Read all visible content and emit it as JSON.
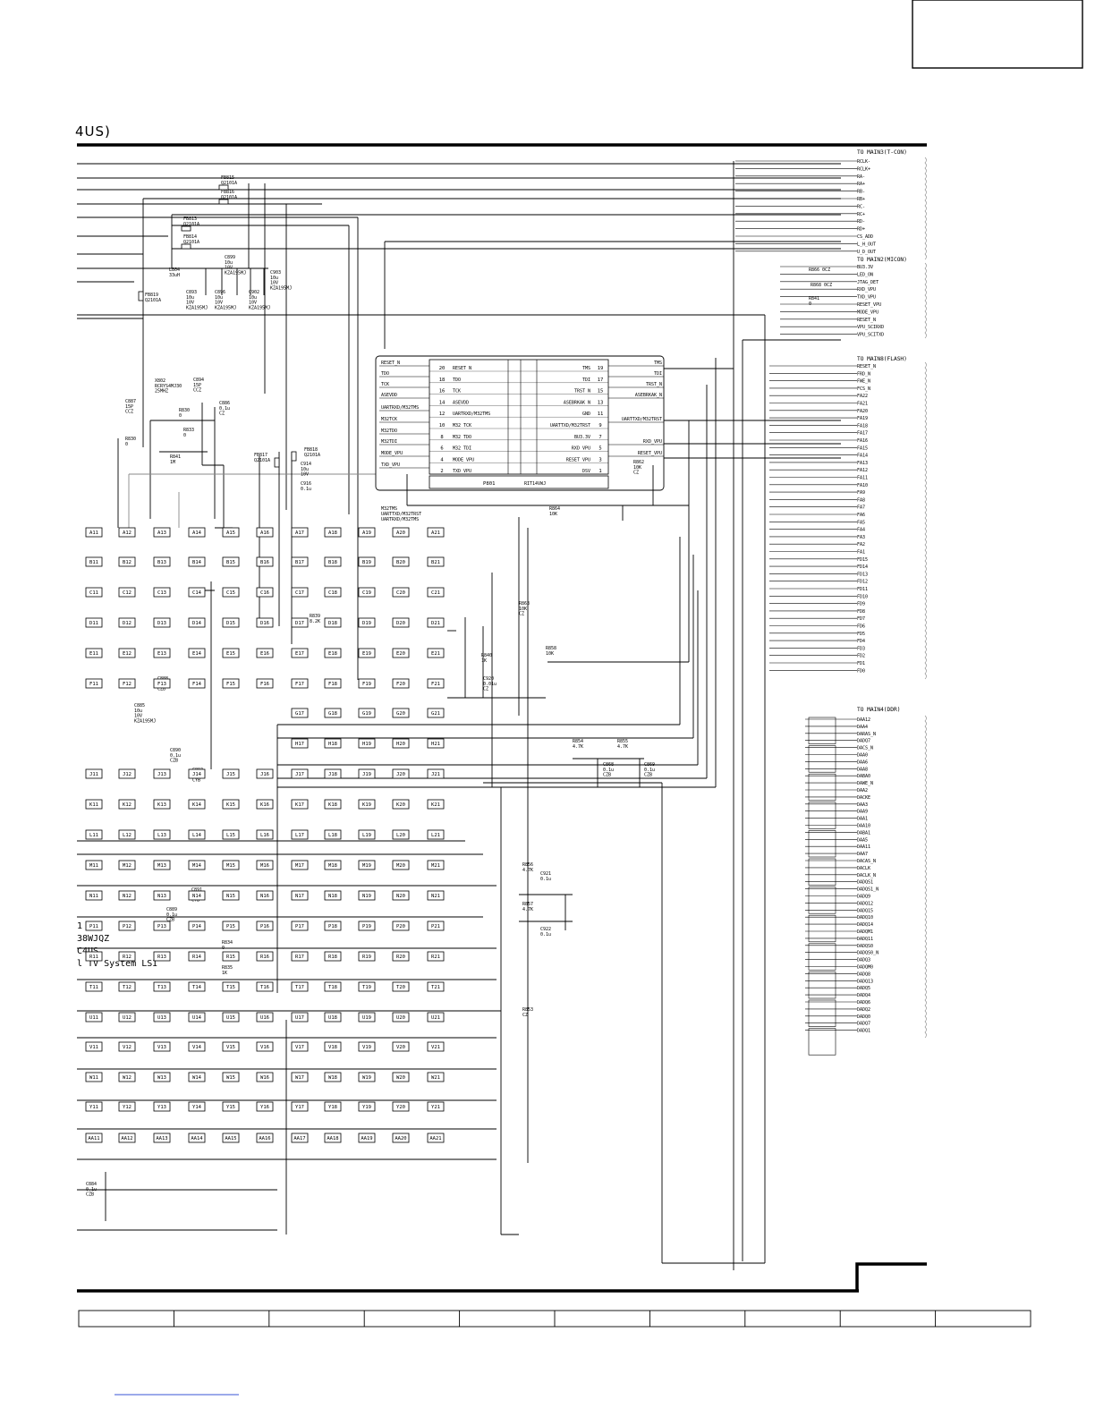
{
  "page": {
    "header_fragment": "4US)"
  },
  "left_notes": {
    "line1": "1",
    "line2": "38WJQZ",
    "line3": "C4US",
    "line4": "l TV System LSI"
  },
  "connectors": {
    "tcon": {
      "title": "TO MAIN3(T-CON)",
      "signals": [
        "RCLK-",
        "RCLK+",
        "RA-",
        "RA+",
        "RB-",
        "RB+",
        "RC-",
        "RC+",
        "RD-",
        "RD+",
        "CS_ADD",
        "L_H_OUT",
        "U_D_OUT"
      ]
    },
    "micon": {
      "title": "TO MAIN2(MICON)",
      "signals": [
        "BU3.3V",
        "LED_ON",
        "JTAG_DET",
        "RXD_VPU",
        "TXD_VPU",
        "RESET_VPU",
        "MODE_VPU",
        "RESET_N",
        "VPU_SCIRXD",
        "VPU_SCITXD"
      ]
    },
    "flash": {
      "title": "TO MAIN8(FLASH)",
      "signals": [
        "RESET_N",
        "FRD_N",
        "FWE_N",
        "FCS_N",
        "FA22",
        "FA21",
        "FA20",
        "FA19",
        "FA18",
        "FA17",
        "FA16",
        "FA15",
        "FA14",
        "FA13",
        "FA12",
        "FA11",
        "FA10",
        "FA9",
        "FA8",
        "FA7",
        "FA6",
        "FA5",
        "FA4",
        "FA3",
        "FA2",
        "FA1",
        "FD15",
        "FD14",
        "FD13",
        "FD12",
        "FD11",
        "FD10",
        "FD9",
        "FD8",
        "FD7",
        "FD6",
        "FD5",
        "FD4",
        "FD3",
        "FD2",
        "FD1",
        "FD0"
      ]
    },
    "ddr": {
      "title": "TO MAIN4(DDR)",
      "signals": [
        "DAA12",
        "DAA4",
        "DARAS_N",
        "DADQ7",
        "DACS_N",
        "DAA0",
        "DAA6",
        "DAA8",
        "DABA0",
        "DAWE_N",
        "DAA2",
        "DACKE",
        "DAA3",
        "DAA9",
        "DAA1",
        "DAA10",
        "DABA1",
        "DAA5",
        "DAA11",
        "DAA7",
        "DACAS_N",
        "DACLK",
        "DACLK_N",
        "DADQS1",
        "DADQS1_N",
        "DADQ9",
        "DADQ12",
        "DADQ15",
        "DADQ10",
        "DADQ14",
        "DADQM1",
        "DADQ11",
        "DADQS0",
        "DADQS0_N",
        "DADQ3",
        "DADQM0",
        "DADQ8",
        "DADQ13",
        "DADQ5",
        "DADQ4",
        "DADQ6",
        "DADQ2",
        "DADQ0",
        "DADQ7",
        "DADQ1"
      ]
    }
  },
  "p801": {
    "ref": "P801",
    "part": "RIT14VWJ",
    "left_signals": [
      "RESET_N",
      "TDO",
      "TCK",
      "ASEVDD",
      "UARTRXD/M32TMS",
      "M32TCK",
      "M32TDO",
      "M32TDI",
      "MODE_VPU",
      "TXD_VPU"
    ],
    "rows": [
      {
        "lnum": "20",
        "lname": "RESET N",
        "rname": "TMS",
        "rnum": "19"
      },
      {
        "lnum": "18",
        "lname": "TDO",
        "rname": "TDI",
        "rnum": "17"
      },
      {
        "lnum": "16",
        "lname": "TCK",
        "rname": "TRST N",
        "rnum": "15"
      },
      {
        "lnum": "14",
        "lname": "ASEVDD",
        "rname": "ASEBRKAK N",
        "rnum": "13"
      },
      {
        "lnum": "12",
        "lname": "UARTRXD/M32TMS",
        "rname": "GND",
        "rnum": "11"
      },
      {
        "lnum": "10",
        "lname": "M32 TCK",
        "rname": "UARTTXD/M32TRST",
        "rnum": "9"
      },
      {
        "lnum": "8",
        "lname": "M32 TDO",
        "rname": "BU3.3V",
        "rnum": "7"
      },
      {
        "lnum": "6",
        "lname": "M32 TDI",
        "rname": "RXD VPU",
        "rnum": "5"
      },
      {
        "lnum": "4",
        "lname": "MODE VPU",
        "rname": "RESET VPU",
        "rnum": "3"
      },
      {
        "lnum": "2",
        "lname": "TXD VPU",
        "rname": "DSV",
        "rnum": "1"
      }
    ],
    "right_signals": [
      "TMS",
      "TDI",
      "TRST_N",
      "ASEBRKAK_N",
      "UARTTXD/M32TRST",
      "RXD_VPU",
      "RESET_VPU"
    ]
  },
  "bga_rows": [
    "A",
    "B",
    "C",
    "D",
    "E",
    "F",
    "G",
    "H",
    "J",
    "K",
    "L",
    "M",
    "N",
    "P",
    "R",
    "T",
    "U",
    "V",
    "W",
    "Y",
    "AA"
  ],
  "bga_cols": [
    "11",
    "12",
    "13",
    "14",
    "15",
    "16",
    "17",
    "18",
    "19",
    "20",
    "21"
  ],
  "components": {
    "fb815": "FB815\nQ2101A",
    "fb816": "FB816\nQ2101A",
    "fb813": "FB813\nQ2101A",
    "fb814": "FB814\nQ2101A",
    "l804": "L804\n33uH",
    "c899": "C899\n10u\n10V\nKZA195MJ",
    "c893": "C893\n10u\n10V\nKZA195MJ",
    "c896": "C896\n10u\n10V\nKZA195MJ",
    "c902": "C902\n10u\n10V\nKZA195MJ",
    "c903": "C903\n10u\n10V\nKZA195MJ",
    "fb819": "FB819\nQ2101A",
    "x802": "X802\nRCRYS4MJ30\n25MHZ",
    "c894": "C894\n15P\nCCZ",
    "c887": "C887\n15P\nCCZ",
    "r830": "R830\n0",
    "r833": "R833\n0",
    "r841": "R841\n1M",
    "c886": "C886\n0.1u\nCZ",
    "fb817": "FB817\nQ2101A",
    "fb818": "FB818\nQ2101A",
    "c914": "C914\n10u\n10V",
    "c916": "C916\n0.1u",
    "c888": "C888\n0.1u\nCZB",
    "c885": "C885\n10u\n10V\nKZA195MJ",
    "c890": "C890\n0.1u\nCZB",
    "c893b": "C893\n1u\nCYB",
    "c891": "C891\n1u\nCYB",
    "c889": "C889\n0.1u\nCZB",
    "c884": "C884\n0.1u\nCZB",
    "r834": "R834\n0",
    "r835": "R835\n1K",
    "r839": "R839\n8.2K",
    "r840": "R840\n1K",
    "c920": "C920\n0.01u\nCZ",
    "r862": "R862\n10K\nCZ",
    "r864": "R864\n10K",
    "r863": "R863\n10K\nCZ",
    "r858": "R858\n10K",
    "r854": "R854\n4.7K",
    "r855": "R855\n4.7K",
    "c868": "C868\n0.1u\nCZB",
    "c869": "C869\n0.1u\nCZB",
    "r856": "R856\n4.7K",
    "r857": "R857\n4.7K",
    "c921": "C921\n0.1u",
    "c922": "C922\n0.1u",
    "r853": "R853\nCZ",
    "r866": "R866 0CZ",
    "r868": "R868 0CZ",
    "r841b": "R841\n0"
  },
  "bottom_table": {
    "cells": [
      "",
      "",
      "",
      "",
      "",
      "",
      "",
      "",
      "",
      "",
      ""
    ]
  }
}
